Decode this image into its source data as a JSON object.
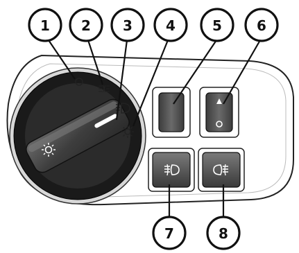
{
  "callouts": [
    {
      "number": "1"
    },
    {
      "number": "2"
    },
    {
      "number": "3"
    },
    {
      "number": "4"
    },
    {
      "number": "5"
    },
    {
      "number": "6"
    },
    {
      "number": "7"
    },
    {
      "number": "8"
    }
  ],
  "icons": {
    "dial_off": "circle-off-icon",
    "dial_parking": "parking-lamps-icon",
    "dial_headlamps": "headlamps-icon",
    "dial_auto": "auto-lights-icon",
    "dial_rotary": "sun-lamp-icon",
    "switch_6": "up-down-arrows-icon",
    "button_7": "front-fog-lamp-icon",
    "button_8": "rear-fog-lamp-icon"
  },
  "colors": {
    "panel_bg": "#ffffff",
    "dial_outer": "#1a1a1a",
    "dial_knob": "#4a4a4a",
    "button_face": "#555555",
    "symbol": "#ffffff"
  }
}
